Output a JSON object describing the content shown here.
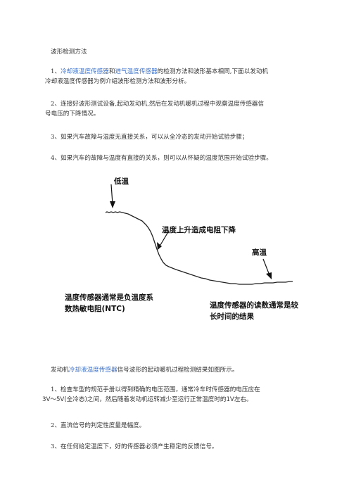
{
  "heading": "波形检测方法",
  "para1": {
    "num": "1、",
    "link1": "冷却液温度传感器",
    "mid1": "和",
    "link2": "进气温度传感器",
    "rest1": "的检测方法和波形基本相同,下面以发动机",
    "line2": "冷却液温度传感器为例介绍波形检测方法和波形分析。"
  },
  "para2": {
    "line1": "2、连接好波形测试设备,起动发动机,然后在发动机暖机过程中观察温度传感器信",
    "line2": "号电压的下降情况。"
  },
  "para3": "3、如果汽车故障与温度无直接关系，可以从全冷态的发动开始试验步骤；",
  "para4": "4、如果汽车的故障与温度有直接的关系，则可以从怀疑的温度范围开始试验步骤。",
  "figure": {
    "label_low": "低温",
    "label_drop": "温度上升造成电阻下降",
    "label_high": "高温",
    "note_left_1": "温度传感器通常是负温度系",
    "note_left_2": "数热敏电阻(NTC)",
    "note_right_1": "温度传感器的读数通常是较",
    "note_right_2": "长时间的结果"
  },
  "para5": {
    "pre": "发动机",
    "link": "冷却液温度传感器",
    "post": "信号波形的起动暖机过程检测结果如图所示。"
  },
  "para6": {
    "line1": "1、检查车型的规范手册以得到精确的电压范围，通常冷车时传感器的电压应在",
    "v1": "3V～5V(",
    "line2_mid": "全冷态",
    "v2": ")",
    "line2_rest": "之间，然后随着发动机运转减少至运行正常温度时的",
    "v3": "1V",
    "line2_end": "左右。"
  },
  "para7": "2、直流信号的判定性度量是幅度。",
  "para8": "3、在任何给定温度下，好的传感器必须产生稳定的反馈信号。"
}
